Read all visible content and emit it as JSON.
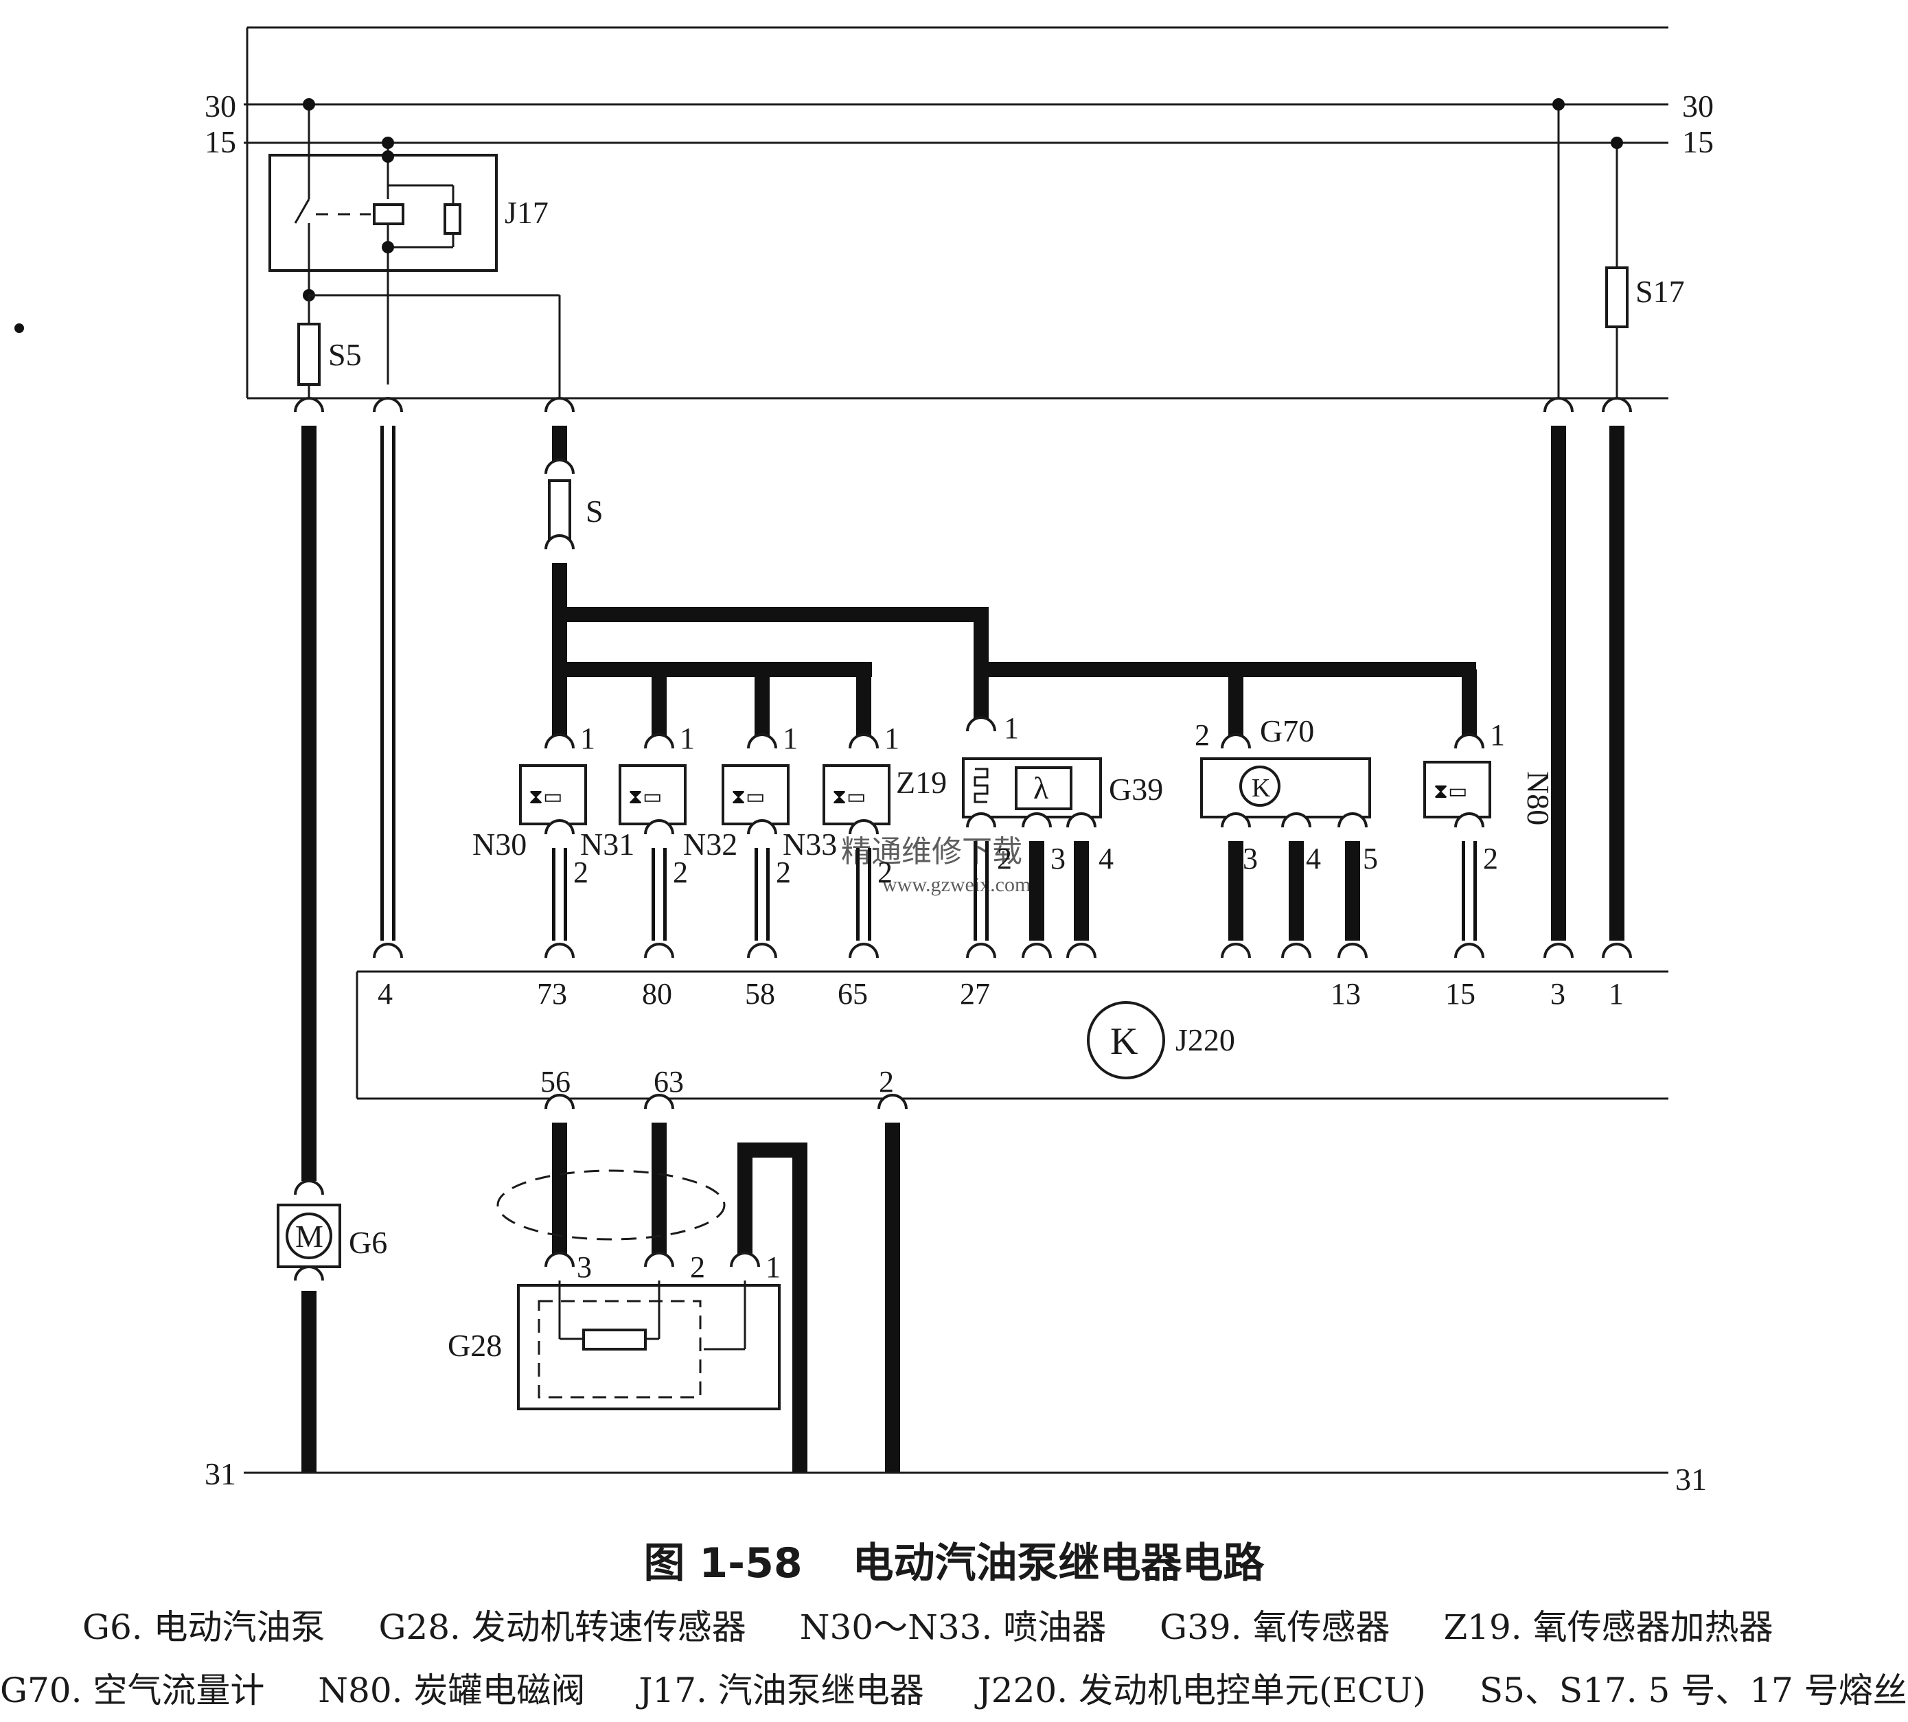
{
  "figure": {
    "number": "图 1-58",
    "title": "电动汽油泵继电器电路"
  },
  "rails": {
    "r30": "30",
    "r15": "15",
    "r31": "31"
  },
  "components": {
    "J17": "J17",
    "S5": "S5",
    "S17": "S17",
    "S": "S",
    "N30": "N30",
    "N31": "N31",
    "N32": "N32",
    "N33": "N33",
    "Z19": "Z19",
    "G39": "G39",
    "G70": "G70",
    "N80": "N80",
    "J220": "J220",
    "G6": "G6",
    "G28": "G28"
  },
  "pins": {
    "inj_top": "1",
    "inj_bottom": "2",
    "z19_1": "1",
    "z19_2": "2",
    "g39_3": "3",
    "g39_4": "4",
    "g70_2": "2",
    "g70_3": "3",
    "g70_4": "4",
    "g70_5": "5",
    "n80_1": "1",
    "n80_2": "2",
    "g28_3": "3",
    "g28_2": "2",
    "g28_1": "1"
  },
  "ecu_pins_top": [
    "4",
    "73",
    "80",
    "58",
    "65",
    "27",
    "13",
    "15",
    "3",
    "1"
  ],
  "ecu_pins_bottom": [
    "56",
    "63",
    "2"
  ],
  "symbols": {
    "lambda": "λ",
    "motor": "M"
  },
  "watermark": {
    "text": "精通维修下载",
    "url": "www.gzweix.com"
  },
  "legend": {
    "line1": [
      "G6. 电动汽油泵",
      "G28. 发动机转速传感器",
      "N30～N33. 喷油器",
      "G39. 氧传感器",
      "Z19. 氧传感器加热器"
    ],
    "line2": [
      "G70. 空气流量计",
      "N80. 炭罐电磁阀",
      "J17. 汽油泵继电器",
      "J220. 发动机电控单元(ECU)",
      "S5、S17. 5 号、17 号熔丝"
    ]
  }
}
